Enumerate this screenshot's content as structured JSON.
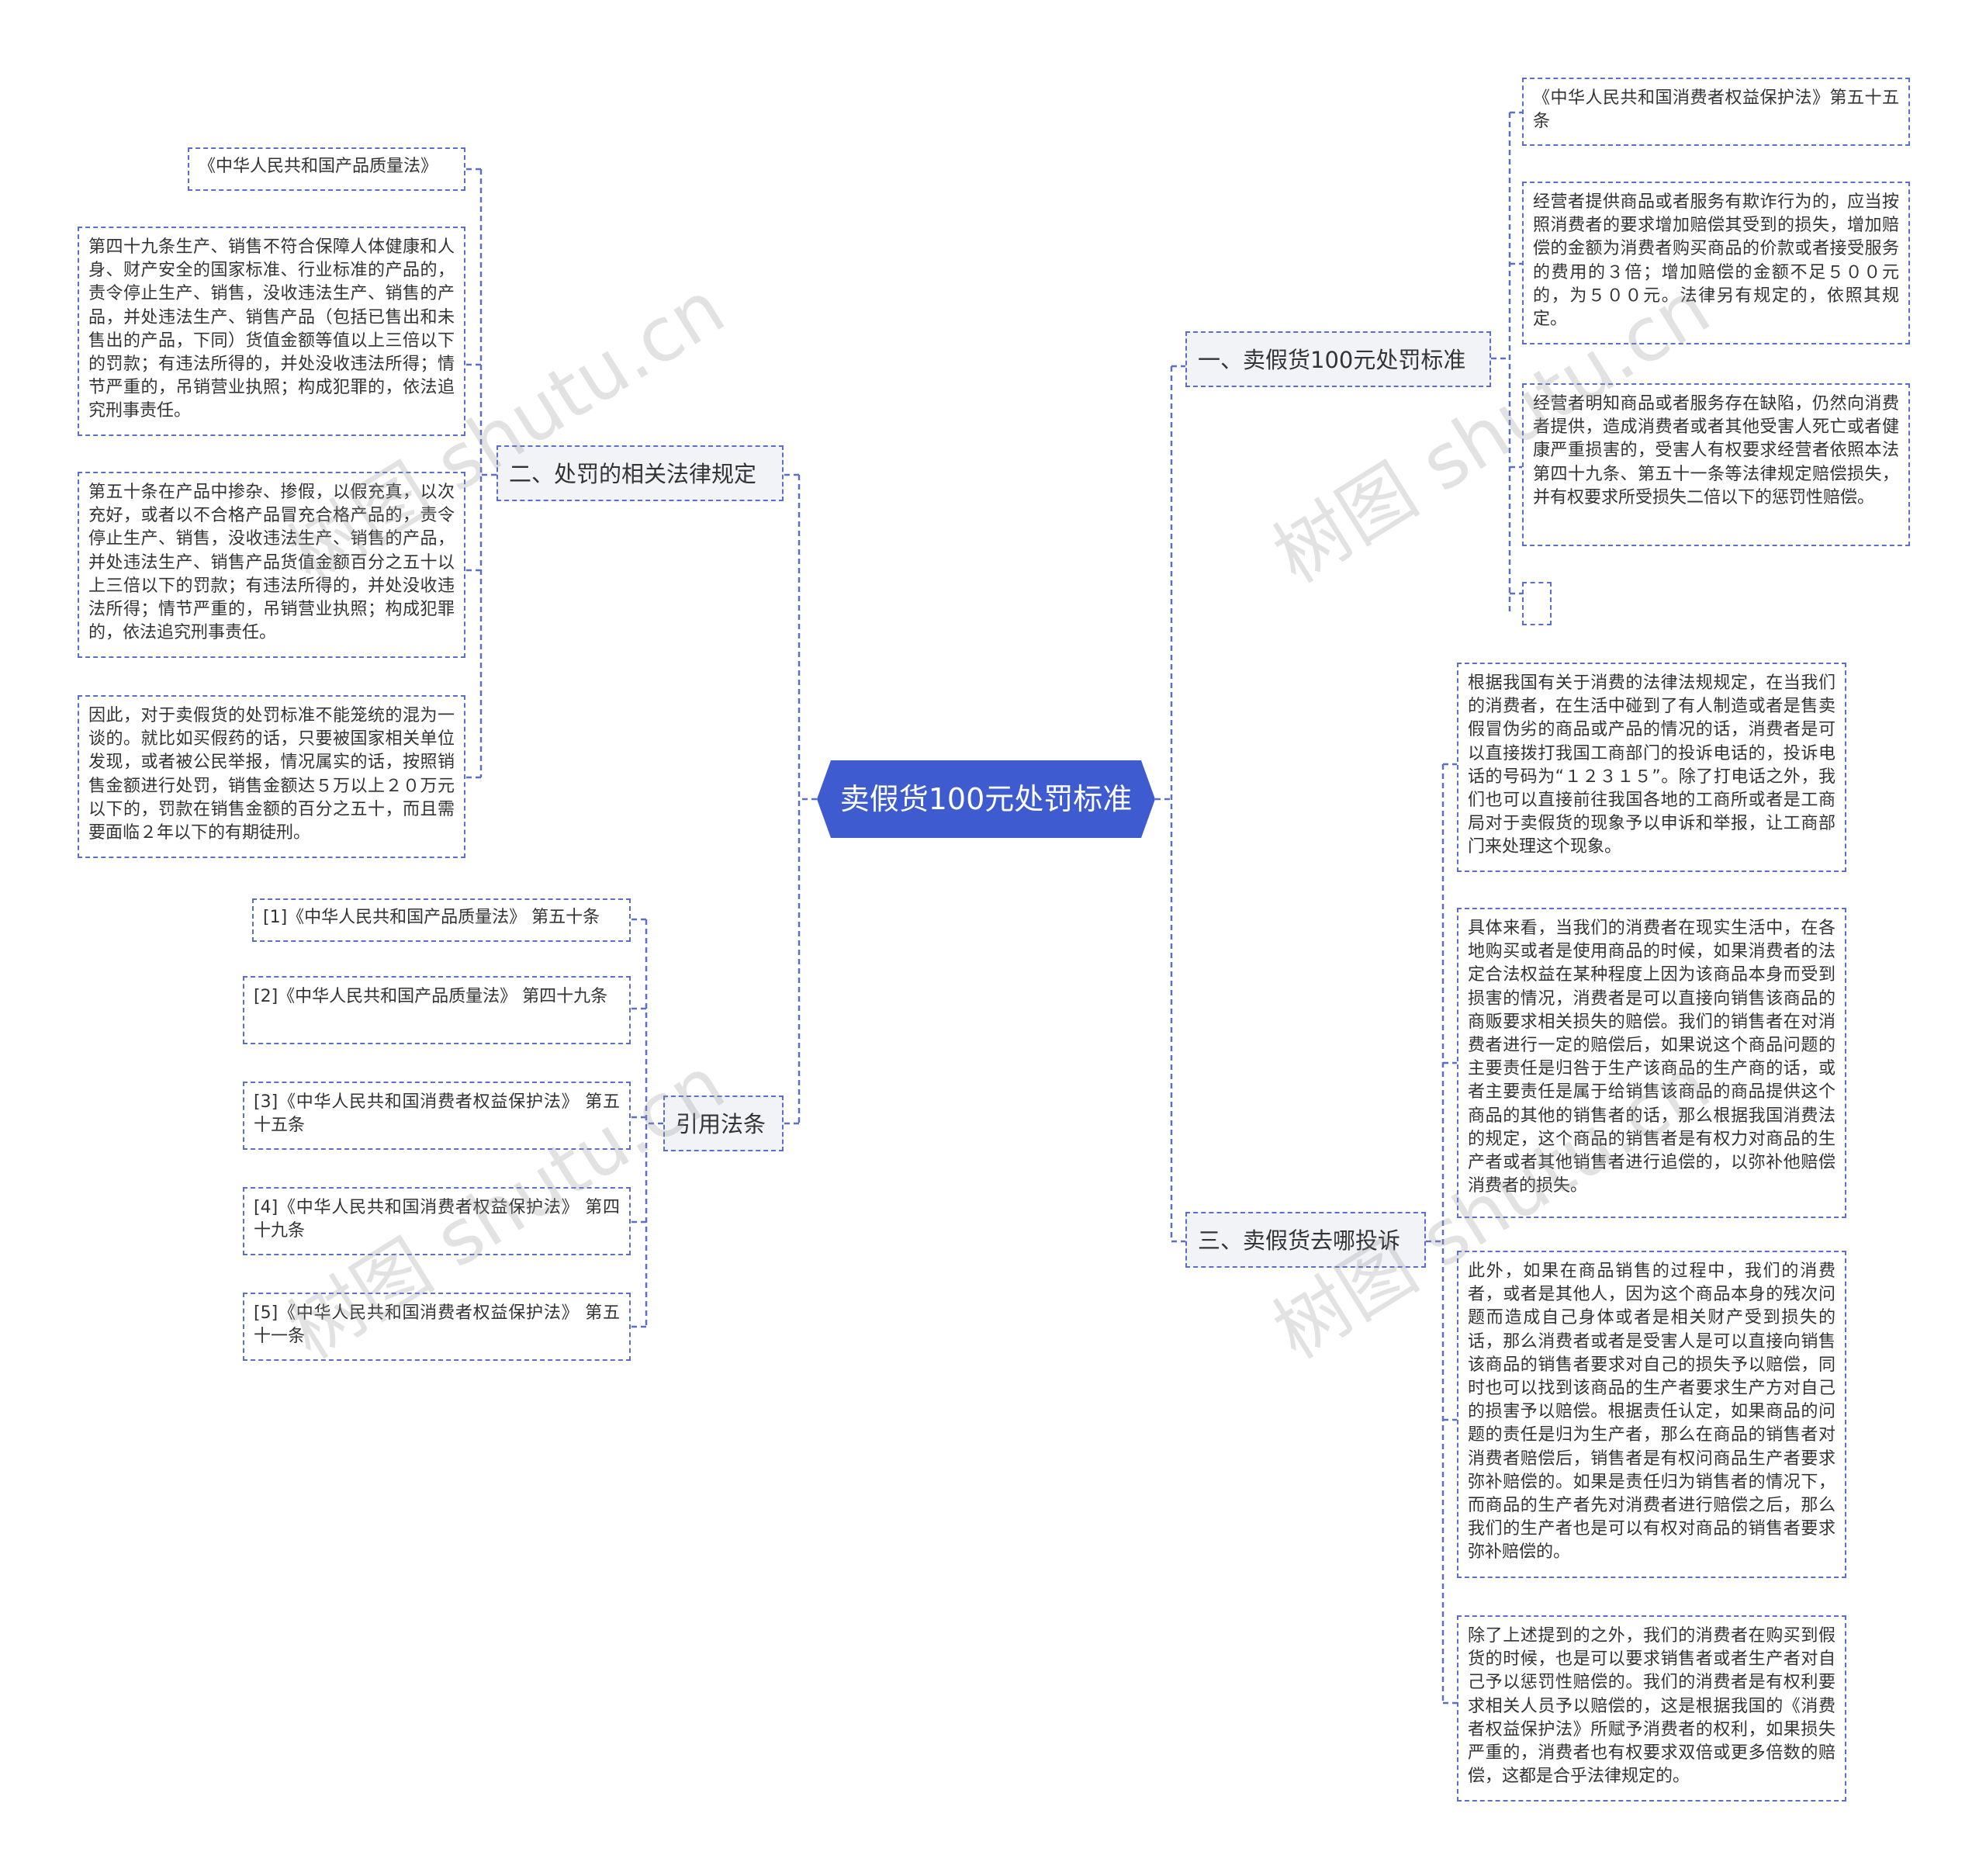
{
  "center": {
    "title": "卖假货100元处罚标准"
  },
  "branch_1": {
    "title": "一、卖假货100元处罚标准",
    "items": [
      "《中华人民共和国消费者权益保护法》第五十五条",
      "经营者提供商品或者服务有欺诈行为的，应当按照消费者的要求增加赔偿其受到的损失，增加赔偿的金额为消费者购买商品的价款或者接受服务的费用的３倍；增加赔偿的金额不足５００元的，为５００元。法律另有规定的，依照其规定。",
      "经营者明知商品或者服务存在缺陷，仍然向消费者提供，造成消费者或者其他受害人死亡或者健康严重损害的，受害人有权要求经营者依照本法第四十九条、第五十一条等法律规定赔偿损失，并有权要求所受损失二倍以下的惩罚性赔偿。",
      ""
    ]
  },
  "branch_2": {
    "title": "二、处罚的相关法律规定",
    "items": [
      "《中华人民共和国产品质量法》",
      "第四十九条生产、销售不符合保障人体健康和人身、财产安全的国家标准、行业标准的产品的，责令停止生产、销售，没收违法生产、销售的产品，并处违法生产、销售产品（包括已售出和未售出的产品，下同）货值金额等值以上三倍以下的罚款；有违法所得的，并处没收违法所得；情节严重的，吊销营业执照；构成犯罪的，依法追究刑事责任。",
      "第五十条在产品中掺杂、掺假，以假充真，以次充好，或者以不合格产品冒充合格产品的，责令停止生产、销售，没收违法生产、销售的产品，并处违法生产、销售产品货值金额百分之五十以上三倍以下的罚款；有违法所得的，并处没收违法所得；情节严重的，吊销营业执照；构成犯罪的，依法追究刑事责任。",
      "因此，对于卖假货的处罚标准不能笼统的混为一谈的。就比如买假药的话，只要被国家相关单位发现，或者被公民举报，情况属实的话，按照销售金额进行处罚，销售金额达５万以上２０万元以下的，罚款在销售金额的百分之五十，而且需要面临２年以下的有期徒刑。"
    ]
  },
  "branch_3": {
    "title": "三、卖假货去哪投诉",
    "items": [
      "根据我国有关于消费的法律法规规定，在当我们的消费者，在生活中碰到了有人制造或者是售卖假冒伪劣的商品或产品的情况的话，消费者是可以直接拨打我国工商部门的投诉电话的，投诉电话的号码为“１２３１５”。除了打电话之外，我们也可以直接前往我国各地的工商所或者是工商局对于卖假货的现象予以申诉和举报，让工商部门来处理这个现象。",
      "具体来看，当我们的消费者在现实生活中，在各地购买或者是使用商品的时候，如果消费者的法定合法权益在某种程度上因为该商品本身而受到损害的情况，消费者是可以直接向销售该商品的商贩要求相关损失的赔偿。我们的销售者在对消费者进行一定的赔偿后，如果说这个商品问题的主要责任是归咎于生产该商品的生产商的话，或者主要责任是属于给销售该商品的商品提供这个商品的其他的销售者的话，那么根据我国消费法的规定，这个商品的销售者是有权力对商品的生产者或者其他销售者进行追偿的，以弥补他赔偿消费者的损失。",
      "此外，如果在商品销售的过程中，我们的消费者，或者是其他人，因为这个商品本身的残次问题而造成自己身体或者是相关财产受到损失的话，那么消费者或者是受害人是可以直接向销售该商品的销售者要求对自己的损失予以赔偿，同时也可以找到该商品的生产者要求生产方对自己的损害予以赔偿。根据责任认定，如果商品的问题的责任是归为生产者，那么在商品的销售者对消费者赔偿后，销售者是有权问商品生产者要求弥补赔偿的。如果是责任归为销售者的情况下，而商品的生产者先对消费者进行赔偿之后，那么我们的生产者也是可以有权对商品的销售者要求弥补赔偿的。",
      "除了上述提到的之外，我们的消费者在购买到假货的时候，也是可以要求销售者或者生产者对自己予以惩罚性赔偿的。我们的消费者是有权利要求相关人员予以赔偿的，这是根据我国的《消费者权益保护法》所赋予消费者的权利，如果损失严重的，消费者也有权要求双倍或更多倍数的赔偿，这都是合乎法律规定的。"
    ]
  },
  "branch_4": {
    "title": "引用法条",
    "items": [
      "[1]《中华人民共和国产品质量法》 第五十条",
      "[2]《中华人民共和国产品质量法》 第四十九条",
      "[3]《中华人民共和国消费者权益保护法》 第五十五条",
      "[4]《中华人民共和国消费者权益保护法》 第四十九条",
      "[5]《中华人民共和国消费者权益保护法》 第五十一条"
    ]
  },
  "watermark": "树图 shutu.cn",
  "colors": {
    "center_fill": "#3f5bd0",
    "line": "#5b6fc9",
    "branch_fill": "#f1f3f7",
    "text": "#333333"
  }
}
